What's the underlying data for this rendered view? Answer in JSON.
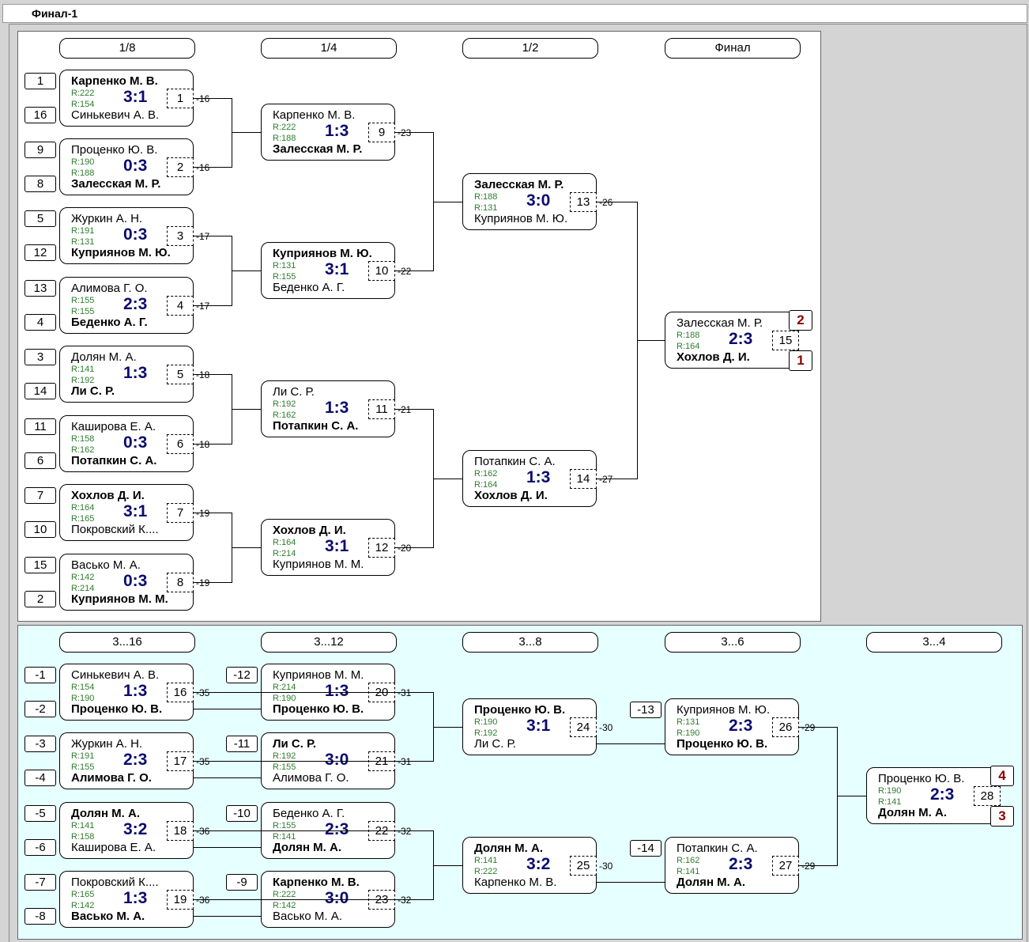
{
  "title": "Финал-1",
  "rounds_main": [
    "1/8",
    "1/4",
    "1/2",
    "Финал"
  ],
  "rounds_cons": [
    "3...16",
    "3...12",
    "3...8",
    "3...6",
    "3...4"
  ],
  "seeds_main": [
    {
      "a": "1",
      "b": "16"
    },
    {
      "a": "9",
      "b": "8"
    },
    {
      "a": "5",
      "b": "12"
    },
    {
      "a": "13",
      "b": "4"
    },
    {
      "a": "3",
      "b": "14"
    },
    {
      "a": "11",
      "b": "6"
    },
    {
      "a": "7",
      "b": "10"
    },
    {
      "a": "15",
      "b": "2"
    }
  ],
  "seeds_cons": [
    {
      "a": "-1",
      "b": "-2"
    },
    {
      "a": "-3",
      "b": "-4"
    },
    {
      "a": "-5",
      "b": "-6"
    },
    {
      "a": "-7",
      "b": "-8"
    },
    {
      "a": "-12"
    },
    {
      "a": "-11"
    },
    {
      "a": "-10"
    },
    {
      "a": "-9"
    },
    {
      "a": "-13"
    },
    {
      "a": "-14"
    }
  ],
  "matches": [
    {
      "id": "m1",
      "p1": "Карпенко М. В.",
      "p2": "Синькевич А. В.",
      "w": 1,
      "r1": "R:222",
      "r2": "R:154",
      "score": "3:1",
      "num": "1",
      "out": "-16"
    },
    {
      "id": "m2",
      "p1": "Проценко Ю. В.",
      "p2": "Залесская М. Р.",
      "w": 2,
      "r1": "R:190",
      "r2": "R:188",
      "score": "0:3",
      "num": "2",
      "out": "-16"
    },
    {
      "id": "m3",
      "p1": "Журкин А. Н.",
      "p2": "Куприянов М. Ю.",
      "w": 2,
      "r1": "R:191",
      "r2": "R:131",
      "score": "0:3",
      "num": "3",
      "out": "-17"
    },
    {
      "id": "m4",
      "p1": "Алимова Г. О.",
      "p2": "Беденко А. Г.",
      "w": 2,
      "r1": "R:155",
      "r2": "R:155",
      "score": "2:3",
      "num": "4",
      "out": "-17"
    },
    {
      "id": "m5",
      "p1": "Долян М. А.",
      "p2": "Ли С. Р.",
      "w": 2,
      "r1": "R:141",
      "r2": "R:192",
      "score": "1:3",
      "num": "5",
      "out": "-18"
    },
    {
      "id": "m6",
      "p1": "Каширова Е. А.",
      "p2": "Потапкин С. А.",
      "w": 2,
      "r1": "R:158",
      "r2": "R:162",
      "score": "0:3",
      "num": "6",
      "out": "-18"
    },
    {
      "id": "m7",
      "p1": "Хохлов Д. И.",
      "p2": "Покровский К....",
      "w": 1,
      "r1": "R:164",
      "r2": "R:165",
      "score": "3:1",
      "num": "7",
      "out": "-19"
    },
    {
      "id": "m8",
      "p1": "Васько М. А.",
      "p2": "Куприянов М. М.",
      "w": 2,
      "r1": "R:142",
      "r2": "R:214",
      "score": "0:3",
      "num": "8",
      "out": "-19"
    },
    {
      "id": "m9",
      "p1": "Карпенко М. В.",
      "p2": "Залесская М. Р.",
      "w": 2,
      "r1": "R:222",
      "r2": "R:188",
      "score": "1:3",
      "num": "9",
      "out": "-23"
    },
    {
      "id": "m10",
      "p1": "Куприянов М. Ю.",
      "p2": "Беденко А. Г.",
      "w": 1,
      "r1": "R:131",
      "r2": "R:155",
      "score": "3:1",
      "num": "10",
      "out": "-22"
    },
    {
      "id": "m11",
      "p1": "Ли С. Р.",
      "p2": "Потапкин С. А.",
      "w": 2,
      "r1": "R:192",
      "r2": "R:162",
      "score": "1:3",
      "num": "11",
      "out": "-21"
    },
    {
      "id": "m12",
      "p1": "Хохлов Д. И.",
      "p2": "Куприянов М. М.",
      "w": 1,
      "r1": "R:164",
      "r2": "R:214",
      "score": "3:1",
      "num": "12",
      "out": "-20"
    },
    {
      "id": "m13",
      "p1": "Залесская М. Р.",
      "p2": "Куприянов М. Ю.",
      "w": 1,
      "r1": "R:188",
      "r2": "R:131",
      "score": "3:0",
      "num": "13",
      "out": "-26"
    },
    {
      "id": "m14",
      "p1": "Потапкин С. А.",
      "p2": "Хохлов Д. И.",
      "w": 2,
      "r1": "R:162",
      "r2": "R:164",
      "score": "1:3",
      "num": "14",
      "out": "-27"
    },
    {
      "id": "m15",
      "p1": "Залесская М. Р.",
      "p2": "Хохлов Д. И.",
      "w": 2,
      "r1": "R:188",
      "r2": "R:164",
      "score": "2:3",
      "num": "15",
      "place1": "2",
      "place2": "1"
    },
    {
      "id": "m16",
      "p1": "Синькевич А. В.",
      "p2": "Проценко Ю. В.",
      "w": 2,
      "r1": "R:154",
      "r2": "R:190",
      "score": "1:3",
      "num": "16",
      "out": "-35"
    },
    {
      "id": "m17",
      "p1": "Журкин А. Н.",
      "p2": "Алимова Г. О.",
      "w": 2,
      "r1": "R:191",
      "r2": "R:155",
      "score": "2:3",
      "num": "17",
      "out": "-35"
    },
    {
      "id": "m18",
      "p1": "Долян М. А.",
      "p2": "Каширова Е. А.",
      "w": 1,
      "r1": "R:141",
      "r2": "R:158",
      "score": "3:2",
      "num": "18",
      "out": "-36"
    },
    {
      "id": "m19",
      "p1": "Покровский К....",
      "p2": "Васько М. А.",
      "w": 2,
      "r1": "R:165",
      "r2": "R:142",
      "score": "1:3",
      "num": "19",
      "out": "-36"
    },
    {
      "id": "m20",
      "p1": "Куприянов М. М.",
      "p2": "Проценко Ю. В.",
      "w": 2,
      "r1": "R:214",
      "r2": "R:190",
      "score": "1:3",
      "num": "20",
      "out": "-31"
    },
    {
      "id": "m21",
      "p1": "Ли С. Р.",
      "p2": "Алимова Г. О.",
      "w": 1,
      "r1": "R:192",
      "r2": "R:155",
      "score": "3:0",
      "num": "21",
      "out": "-31"
    },
    {
      "id": "m22",
      "p1": "Беденко А. Г.",
      "p2": "Долян М. А.",
      "w": 2,
      "r1": "R:155",
      "r2": "R:141",
      "score": "2:3",
      "num": "22",
      "out": "-32"
    },
    {
      "id": "m23",
      "p1": "Карпенко М. В.",
      "p2": "Васько М. А.",
      "w": 1,
      "r1": "R:222",
      "r2": "R:142",
      "score": "3:0",
      "num": "23",
      "out": "-32"
    },
    {
      "id": "m24",
      "p1": "Проценко Ю. В.",
      "p2": "Ли С. Р.",
      "w": 1,
      "r1": "R:190",
      "r2": "R:192",
      "score": "3:1",
      "num": "24",
      "out": "-30"
    },
    {
      "id": "m25",
      "p1": "Долян М. А.",
      "p2": "Карпенко М. В.",
      "w": 1,
      "r1": "R:141",
      "r2": "R:222",
      "score": "3:2",
      "num": "25",
      "out": "-30"
    },
    {
      "id": "m26",
      "p1": "Куприянов М. Ю.",
      "p2": "Проценко Ю. В.",
      "w": 2,
      "r1": "R:131",
      "r2": "R:190",
      "score": "2:3",
      "num": "26",
      "out": "-29"
    },
    {
      "id": "m27",
      "p1": "Потапкин С. А.",
      "p2": "Долян М. А.",
      "w": 2,
      "r1": "R:162",
      "r2": "R:141",
      "score": "2:3",
      "num": "27",
      "out": "-29"
    },
    {
      "id": "m28",
      "p1": "Проценко Ю. В.",
      "p2": "Долян М. А.",
      "w": 2,
      "r1": "R:190",
      "r2": "R:141",
      "score": "2:3",
      "num": "28",
      "place1": "4",
      "place2": "3"
    }
  ]
}
